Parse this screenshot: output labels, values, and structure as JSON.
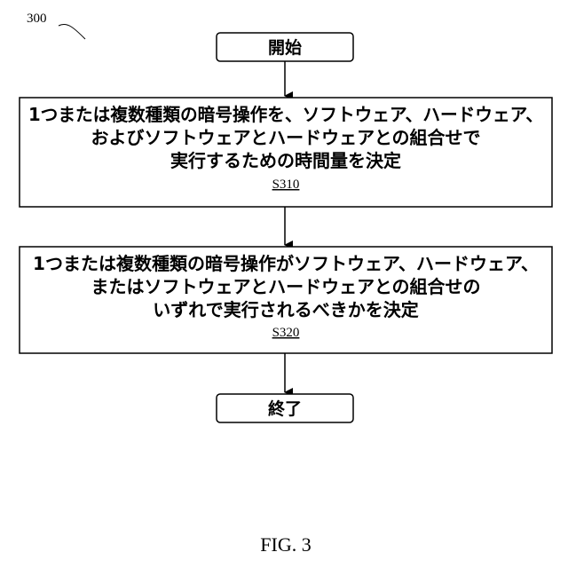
{
  "figure_ref": "300",
  "start": {
    "label": "開始"
  },
  "step1": {
    "lines": [
      "1つまたは複数種類の暗号操作を、ソフトウェア、ハードウェア、",
      "およびソフトウェアとハードウェアとの組合せで",
      "実行するための時間量を決定"
    ],
    "step_id": "S310"
  },
  "step2": {
    "lines": [
      "1つまたは複数種類の暗号操作がソフトウェア、ハードウェア、",
      "またはソフトウェアとハードウェアとの組合せの",
      "いずれで実行されるべきかを決定"
    ],
    "step_id": "S320"
  },
  "end": {
    "label": "終了"
  },
  "caption": "FIG. 3"
}
